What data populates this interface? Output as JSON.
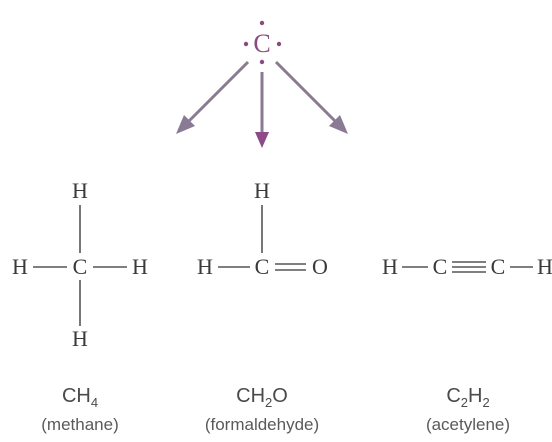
{
  "carbon": {
    "symbol": "C",
    "color": "#8a4a7e"
  },
  "arrow_color": "#8a7a94",
  "molecules": [
    {
      "id": "methane",
      "atoms": {
        "top": "H",
        "left": "H",
        "center": "C",
        "right": "H",
        "bottom": "H"
      },
      "formula": {
        "main": "CH",
        "sub": "4"
      },
      "name": "(methane)"
    },
    {
      "id": "formaldehyde",
      "atoms": {
        "top": "H",
        "left": "H",
        "center": "C",
        "right": "O"
      },
      "formula": {
        "a": "CH",
        "sub": "2",
        "b": "O"
      },
      "name": "(formaldehyde)"
    },
    {
      "id": "acetylene",
      "atoms": {
        "left": "H",
        "c1": "C",
        "c2": "C",
        "right": "H"
      },
      "formula": {
        "a": "C",
        "sub1": "2",
        "b": "H",
        "sub2": "2"
      },
      "name": "(acetylene)"
    }
  ]
}
